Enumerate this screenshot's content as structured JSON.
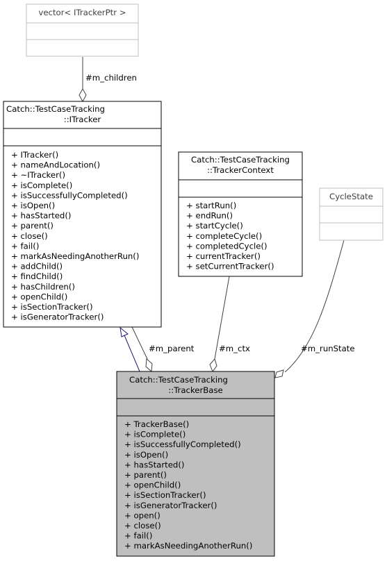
{
  "classes": {
    "vector": {
      "title": [
        "vector< ITrackerPtr >"
      ],
      "members": [],
      "methods": []
    },
    "itracker": {
      "title": [
        "Catch::TestCaseTracking",
        "::ITracker"
      ],
      "members": [],
      "methods": [
        "+ ITracker()",
        "+ nameAndLocation()",
        "+ ~ITracker()",
        "+ isComplete()",
        "+ isSuccessfullyCompleted()",
        "+ isOpen()",
        "+ hasStarted()",
        "+ parent()",
        "+ close()",
        "+ fail()",
        "+ markAsNeedingAnotherRun()",
        "+ addChild()",
        "+ findChild()",
        "+ hasChildren()",
        "+ openChild()",
        "+ isSectionTracker()",
        "+ isGeneratorTracker()"
      ]
    },
    "tracker_context": {
      "title": [
        "Catch::TestCaseTracking",
        "::TrackerContext"
      ],
      "members": [],
      "methods": [
        "+ startRun()",
        "+ endRun()",
        "+ startCycle()",
        "+ completeCycle()",
        "+ completedCycle()",
        "+ currentTracker()",
        "+ setCurrentTracker()"
      ]
    },
    "cycle_state": {
      "title": [
        "CycleState"
      ],
      "members": [],
      "methods": []
    },
    "tracker_base": {
      "title": [
        "Catch::TestCaseTracking",
        "::TrackerBase"
      ],
      "members": [],
      "methods": [
        "+ TrackerBase()",
        "+ isComplete()",
        "+ isSuccessfullyCompleted()",
        "+ isOpen()",
        "+ hasStarted()",
        "+ parent()",
        "+ openChild()",
        "+ isSectionTracker()",
        "+ isGeneratorTracker()",
        "+ open()",
        "+ close()",
        "+ fail()",
        "+ markAsNeedingAnotherRun()"
      ]
    }
  },
  "edges": {
    "m_children": "#m_children",
    "m_parent": "#m_parent",
    "m_ctx": "#m_ctx",
    "m_run_state": "#m_runState"
  },
  "colors": {
    "highlight_fill": "#bfbfbf",
    "box_stroke": "#000000",
    "ghost_stroke": "#bfbfbf",
    "ghost_text": "#404040",
    "inherit_arrow": "#191970",
    "assoc_line": "#404040"
  }
}
